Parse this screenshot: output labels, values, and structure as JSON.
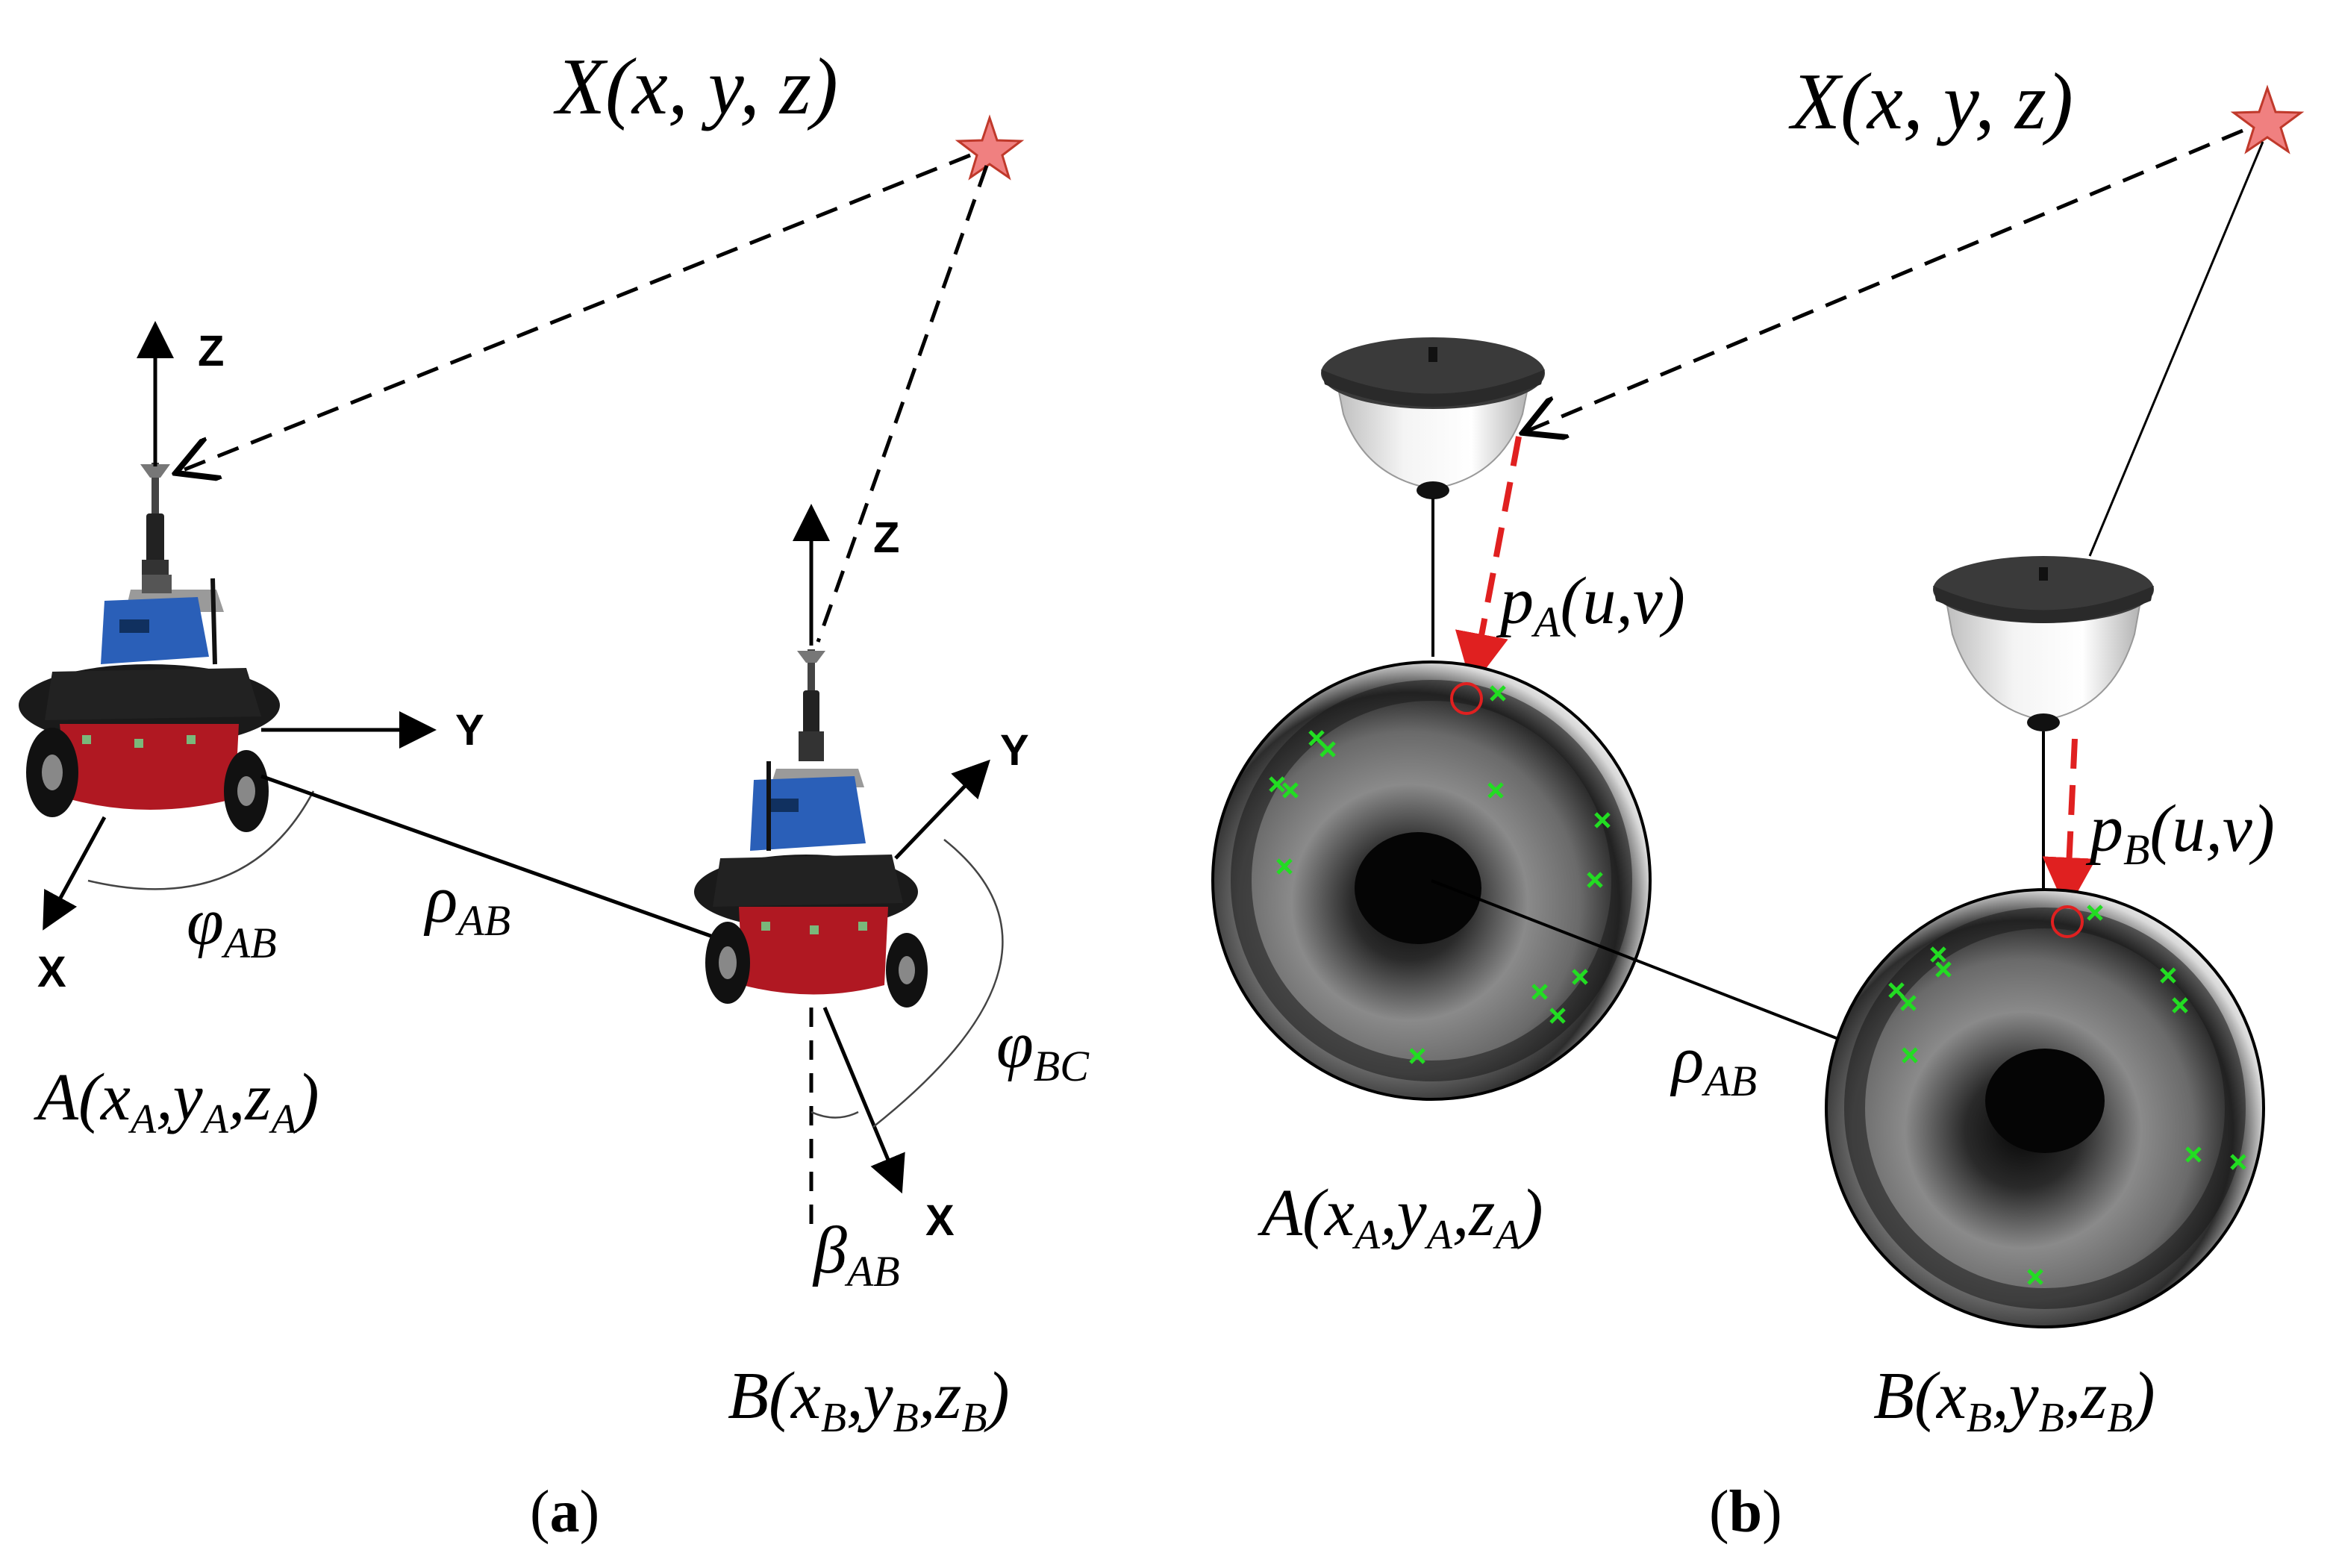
{
  "panel_a": {
    "target_label": "X(x, y, z)",
    "robot_a": {
      "label": {
        "base": "A",
        "open": "(",
        "x": "x",
        "xs": "A",
        "y": "y",
        "ys": "A",
        "z": "z",
        "zs": "A",
        "close": ")"
      },
      "axes": {
        "z": "Z",
        "y": "Y",
        "x": "X"
      }
    },
    "robot_b": {
      "label": {
        "base": "B",
        "open": "(",
        "x": "x",
        "xs": "B",
        "y": "y",
        "ys": "B",
        "z": "z",
        "zs": "B",
        "close": ")"
      },
      "axes": {
        "z": "Z",
        "y": "Y",
        "x": "X"
      }
    },
    "phi_ab": {
      "sym": "φ",
      "sub": "AB"
    },
    "rho_ab": {
      "sym": "ρ",
      "sub": "AB"
    },
    "phi_bc": {
      "sym": "φ",
      "sub": "BC"
    },
    "beta_ab": {
      "sym": "β",
      "sub": "AB"
    },
    "caption": {
      "open": "(",
      "letter": "a",
      "close": ")"
    }
  },
  "panel_b": {
    "target_label": "X(x, y, z)",
    "pa": {
      "sym": "p",
      "sub": "A",
      "args": "(u,v)"
    },
    "pb": {
      "sym": "p",
      "sub": "B",
      "args": "(u,v)"
    },
    "rho_ab": {
      "sym": "ρ",
      "sub": "AB"
    },
    "label_a": {
      "base": "A",
      "open": "(",
      "x": "x",
      "xs": "A",
      "y": "y",
      "ys": "A",
      "z": "z",
      "zs": "A",
      "close": ")"
    },
    "label_b": {
      "base": "B",
      "open": "(",
      "x": "x",
      "xs": "B",
      "y": "y",
      "ys": "B",
      "z": "z",
      "zs": "B",
      "close": ")"
    },
    "caption": {
      "open": "(",
      "letter": "b",
      "close": ")"
    }
  },
  "colors": {
    "star_fill": "#f08080",
    "star_stroke": "#c0392b",
    "projection_red": "#e02020",
    "feature_green": "#22dd22",
    "robot_blue": "#2a5fb8",
    "robot_red": "#b01822",
    "robot_black": "#1a1a1a",
    "mirror_cap": "#3a3a3a"
  }
}
